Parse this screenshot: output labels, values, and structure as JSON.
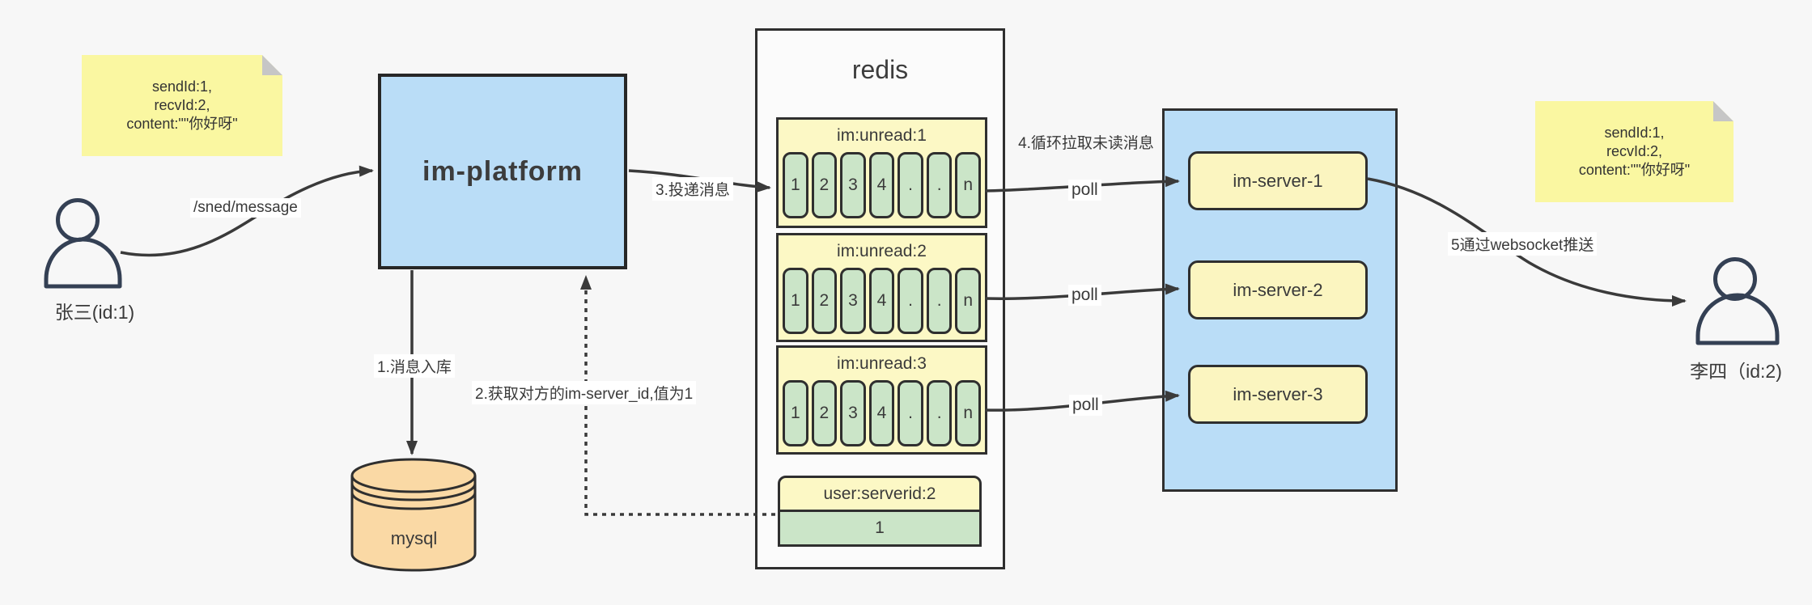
{
  "canvas": {
    "background": "#f7f7f7"
  },
  "colors": {
    "container_blue": "#baddf7",
    "queue_yellow": "#fcf8c5",
    "server_yellow": "#fbf5c0",
    "note_yellow": "#faf7a1",
    "cell_green": "#cbe5c8",
    "mysql_tan": "#fad9a5",
    "line_dark": "#3a3a3a"
  },
  "icons": {
    "sender": "person-icon",
    "receiver": "person-icon",
    "mysql": "database-cylinder-icon",
    "note_fold": "folded-corner-icon"
  },
  "actors": {
    "sender": {
      "label": "张三(id:1)"
    },
    "receiver": {
      "label": "李四（id:2)"
    }
  },
  "notes": {
    "left": {
      "lines": [
        "sendId:1,",
        "recvId:2,",
        "content:\"\"你好呀\""
      ]
    },
    "right": {
      "lines": [
        "sendId:1,",
        "recvId:2,",
        "content:\"\"你好呀\""
      ]
    }
  },
  "platform": {
    "label": "im-platform"
  },
  "mysql": {
    "label": "mysql"
  },
  "redis": {
    "title": "redis",
    "queues": [
      {
        "title": "im:unread:1",
        "cells": [
          "1",
          "2",
          "3",
          "4",
          ".",
          ".",
          "n"
        ]
      },
      {
        "title": "im:unread:2",
        "cells": [
          "1",
          "2",
          "3",
          "4",
          ".",
          ".",
          "n"
        ]
      },
      {
        "title": "im:unread:3",
        "cells": [
          "1",
          "2",
          "3",
          "4",
          ".",
          ".",
          "n"
        ]
      }
    ],
    "kv": {
      "title": "user:serverid:2",
      "value": "1"
    }
  },
  "cluster": {
    "servers": [
      {
        "label": "im-server-1"
      },
      {
        "label": "im-server-2"
      },
      {
        "label": "im-server-3"
      }
    ]
  },
  "edges": {
    "send_api": "/sned/message",
    "step1": "1.消息入库",
    "step2": "2.获取对方的im-server_id,值为1",
    "step3": "3.投递消息",
    "step4": "4.循环拉取未读消息",
    "step5": "5通过websocket推送",
    "poll1": "poll",
    "poll2": "poll",
    "poll3": "poll"
  }
}
